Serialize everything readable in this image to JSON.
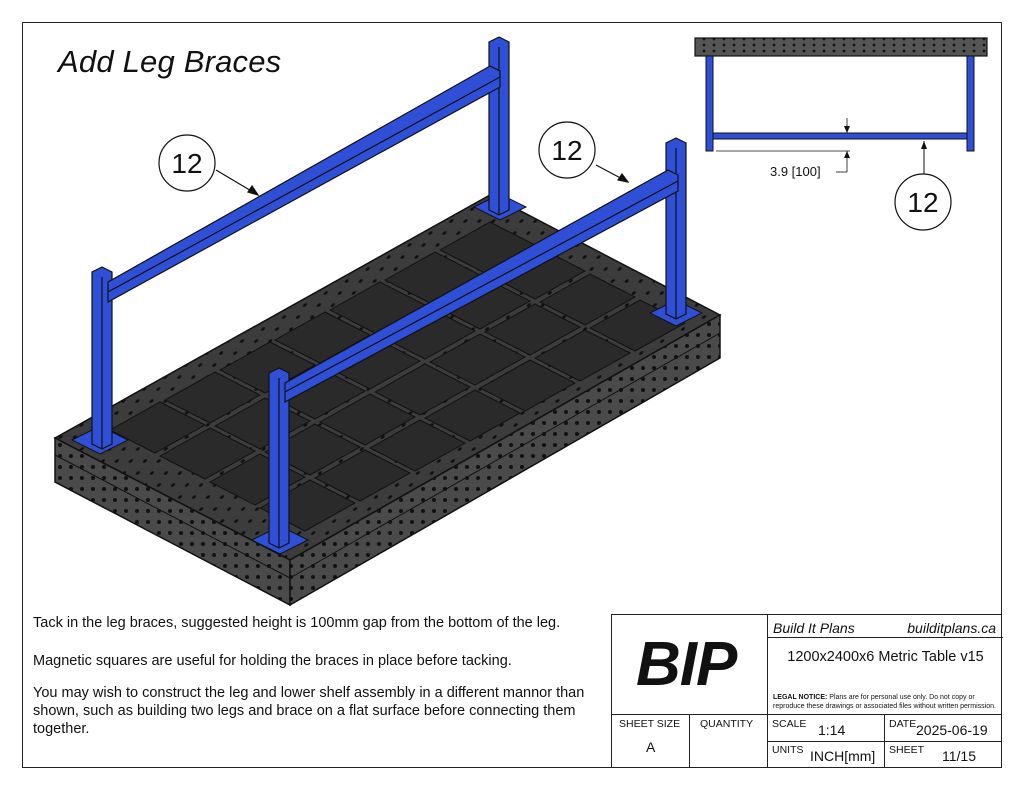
{
  "page_title": "Add Leg Braces",
  "callouts": {
    "left": "12",
    "right": "12",
    "inset": "12"
  },
  "inset": {
    "dimension": "3.9 [100]"
  },
  "notes": [
    "Tack in the leg braces, suggested height is 100mm gap from the bottom of the leg.",
    "Magnetic squares are useful for holding the braces in place before tacking.",
    "You may wish to construct the leg and lower shelf assembly in a different mannor than shown, such as building two legs and brace on a flat surface before connecting them together."
  ],
  "title_block": {
    "logo": "BIP",
    "company": "Build It Plans",
    "website": "builditplans.ca",
    "drawing_title": "1200x2400x6 Metric Table v15",
    "legal_label": "LEGAL NOTICE:",
    "legal_text": "Plans are for personal use only. Do not copy or reproduce these drawings or associated files without written permission.",
    "sheet_size_label": "SHEET SIZE",
    "sheet_size": "A",
    "quantity_label": "QUANTITY",
    "quantity": "",
    "scale_label": "SCALE",
    "scale": "1:14",
    "date_label": "DATE",
    "date": "2025-06-19",
    "units_label": "UNITS",
    "units": "INCH[mm]",
    "sheet_label": "SHEET",
    "sheet": "11/15"
  },
  "colors": {
    "steel_blue": "#2f4fd6",
    "table_top": "#3d3d3d",
    "table_dark": "#262626",
    "line": "#111111"
  }
}
